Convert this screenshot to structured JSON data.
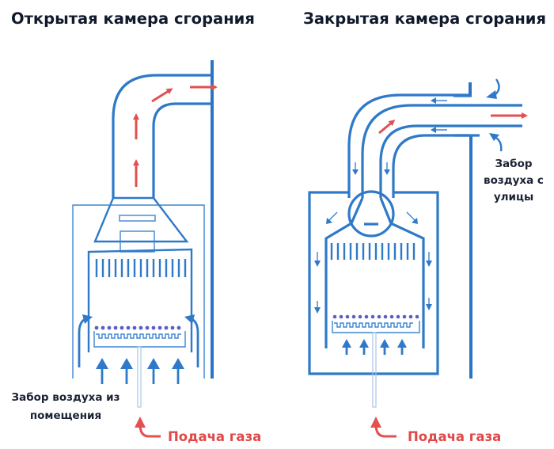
{
  "diagrams": [
    {
      "id": "open",
      "title": "Открытая камера сгорания",
      "air_label_lines": [
        "Забор воздуха из",
        "помещения"
      ],
      "gas_label": "Подача газа"
    },
    {
      "id": "closed",
      "title": "Закрытая камера сгорания",
      "air_label_lines": [
        "Забор",
        "воздуха с",
        "улицы"
      ],
      "gas_label": "Подача газа"
    }
  ],
  "colors": {
    "pipe": "#2e79c8",
    "flue_gas_arrow": "#e35050",
    "text": "#111a2c",
    "gas_label": "#e04848",
    "flame": "#5a5fc0"
  }
}
